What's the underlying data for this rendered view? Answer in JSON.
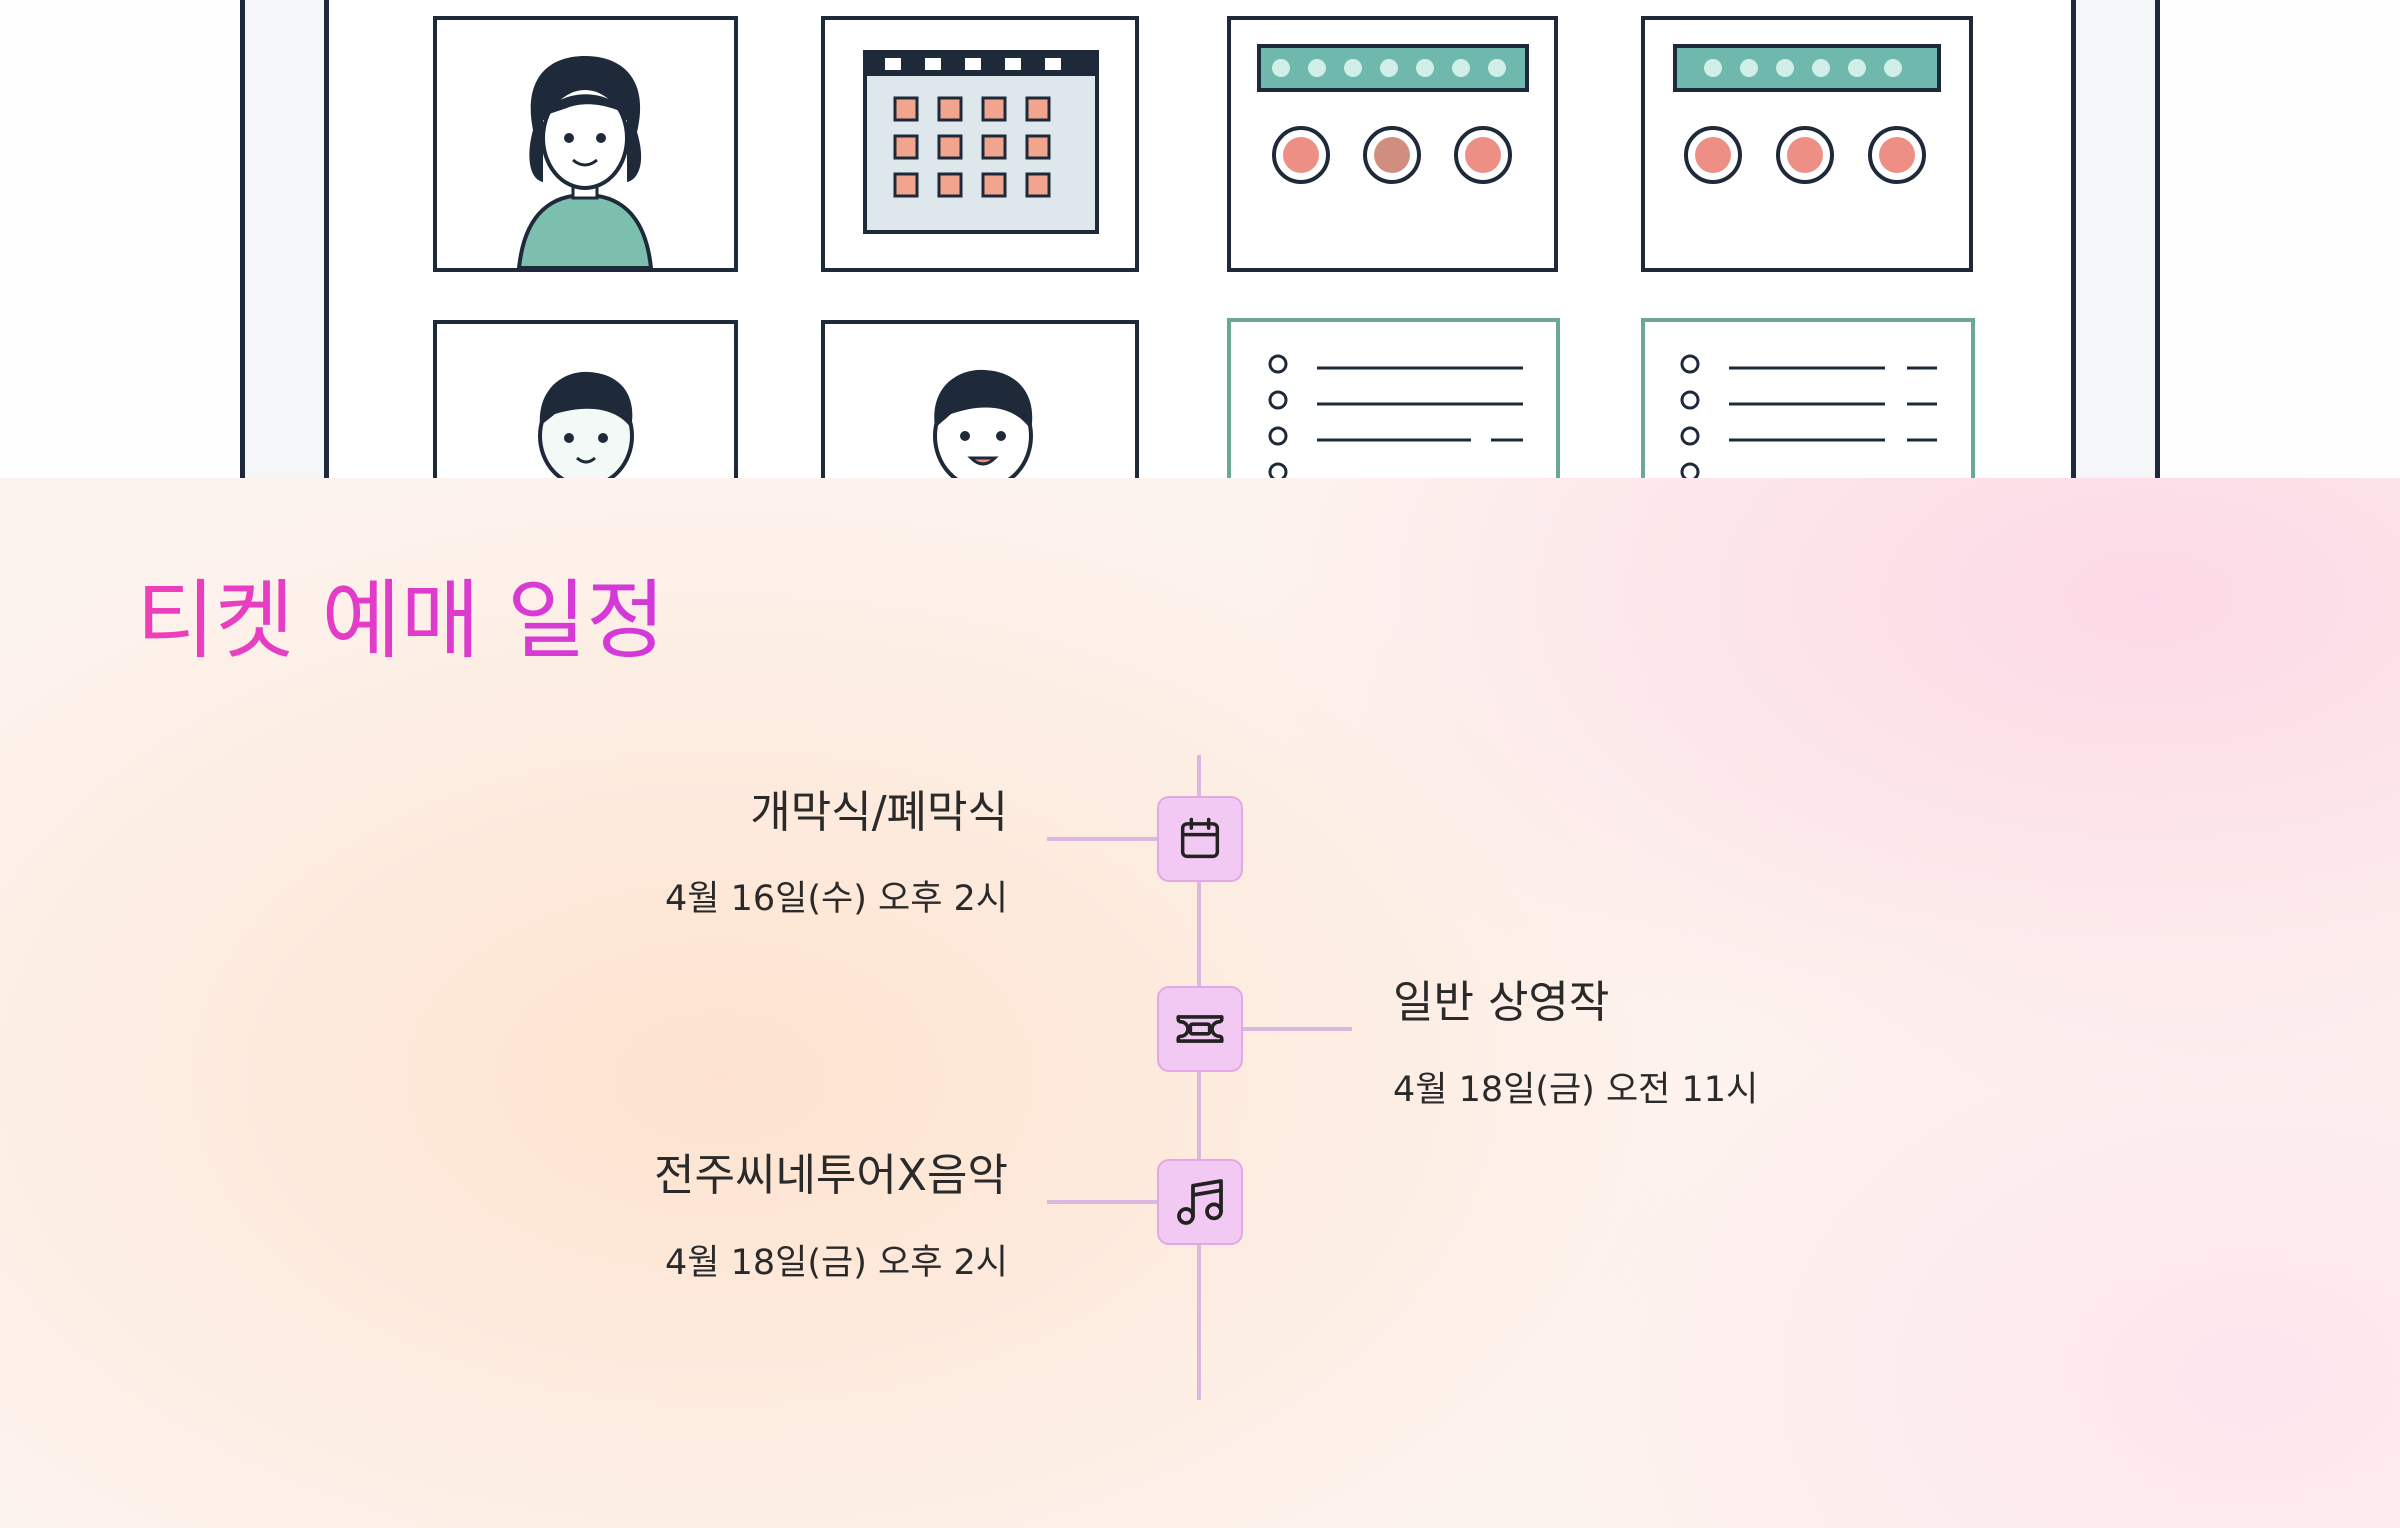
{
  "illustration": {
    "icons": [
      "woman-avatar-icon",
      "calendar-icon",
      "seat-map-icon",
      "seat-map-icon",
      "boy-avatar-icon",
      "man-avatar-icon",
      "checklist-icon",
      "checklist-icon"
    ]
  },
  "schedule": {
    "title": "티켓 예매 일정",
    "events": [
      {
        "title": "개막식/폐막식",
        "date": "4월 16일(수) 오후 2시",
        "icon": "calendar-icon",
        "side": "left"
      },
      {
        "title": "일반 상영작",
        "date": "4월 18일(금) 오전 11시",
        "icon": "ticket-icon",
        "side": "right"
      },
      {
        "title": "전주씨네투어X음악",
        "date": "4월 18일(금) 오후 2시",
        "icon": "music-note-icon",
        "side": "left"
      }
    ]
  },
  "colors": {
    "title_gradient": [
      "#ee3fb9",
      "#d238dc"
    ],
    "timeline": "#dcb7df",
    "node_fill": "#f2c9f2",
    "teal": "#6fb8ad",
    "salmon": "#ee8f85",
    "navy": "#1e2a3a"
  }
}
